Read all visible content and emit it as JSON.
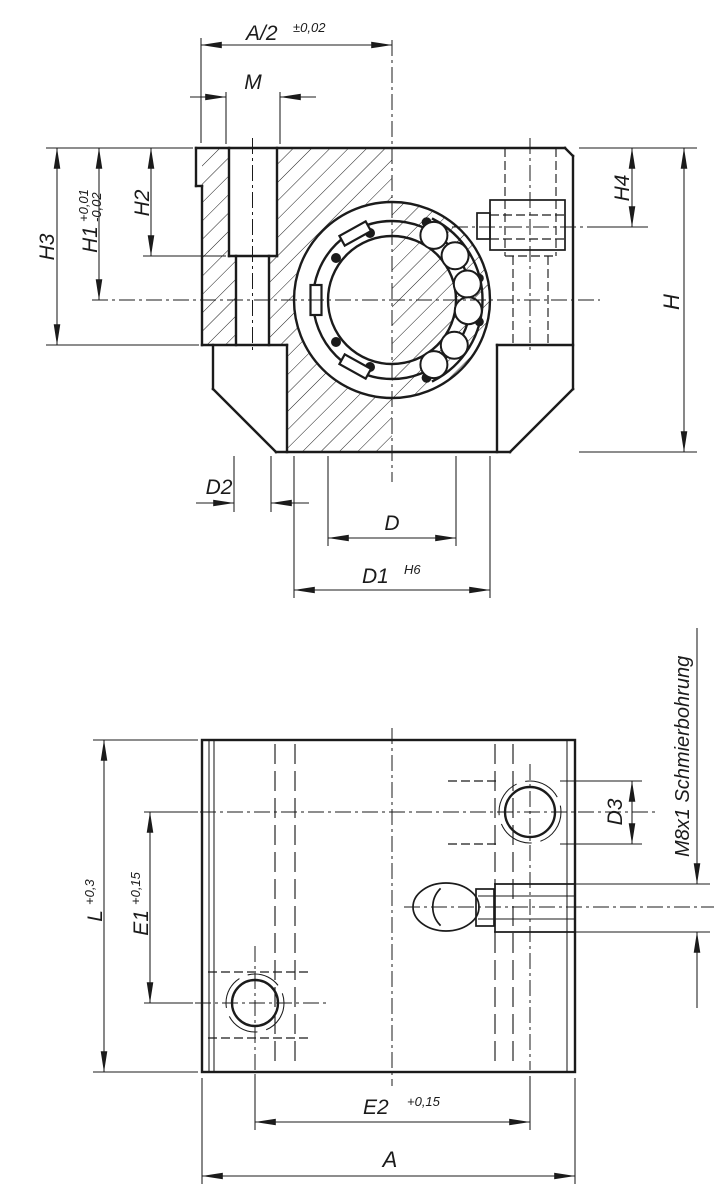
{
  "drawing": {
    "title": "Linear bearing housing technical drawing",
    "colors": {
      "line": "#1b1b1b",
      "background": "#ffffff"
    },
    "front_view": {
      "dims": {
        "a_half": {
          "label": "A/2",
          "tol": "±0,02"
        },
        "m": {
          "label": "M"
        },
        "h3": {
          "label": "H3"
        },
        "h1": {
          "label": "H1",
          "tol_plus": "+0,01",
          "tol_minus": "-0,02"
        },
        "h2": {
          "label": "H2"
        },
        "h4": {
          "label": "H4"
        },
        "h": {
          "label": "H"
        },
        "d2": {
          "label": "D2"
        },
        "d": {
          "label": "D"
        },
        "d1": {
          "label": "D1",
          "fit": "H6"
        }
      }
    },
    "bottom_view": {
      "dims": {
        "l": {
          "label": "L",
          "tol": "+0,3"
        },
        "e1": {
          "label": "E1",
          "tol": "+0,15"
        },
        "e2": {
          "label": "E2",
          "tol": "+0,15"
        },
        "a": {
          "label": "A"
        },
        "d3": {
          "label": "D3"
        },
        "m8": {
          "label": "M8x1 Schmierbohrung"
        }
      }
    }
  }
}
